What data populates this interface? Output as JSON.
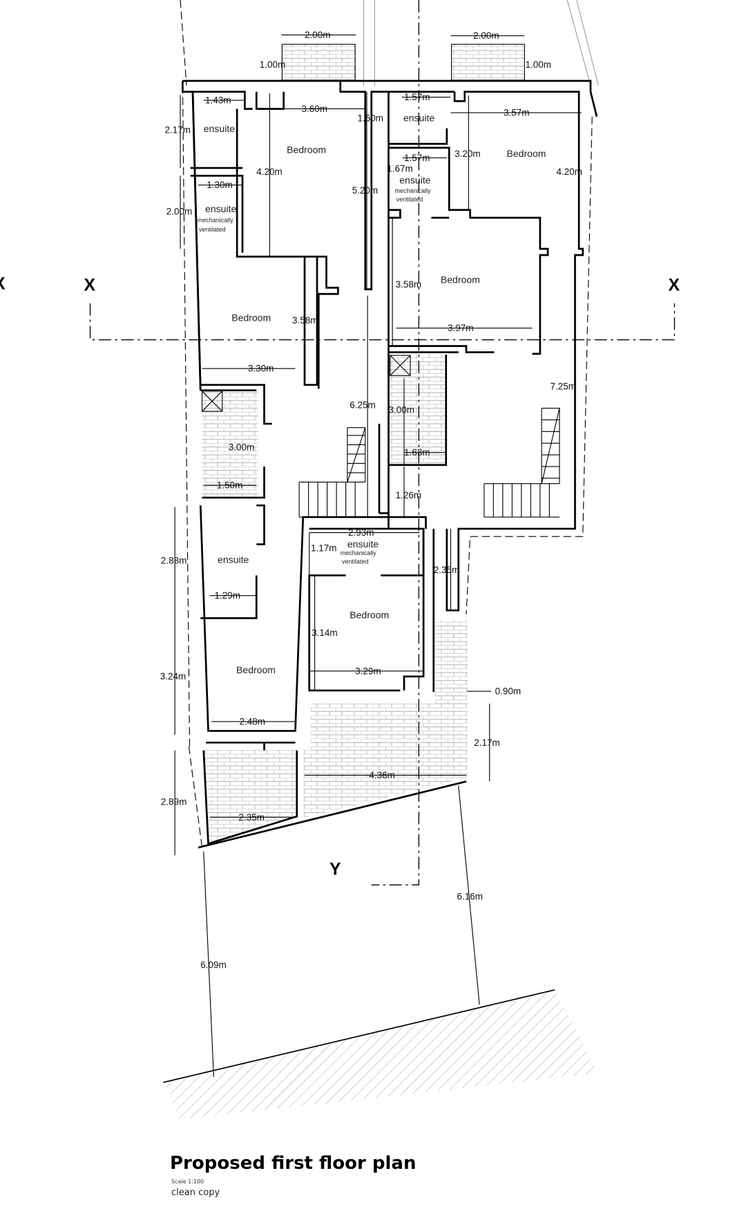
{
  "title": "Proposed first floor plan",
  "scale": "Scale 1:100",
  "subtitle": "clean copy",
  "section_marks": {
    "x_left": "X",
    "x_right": "X",
    "x_edge": "X",
    "y": "Y"
  },
  "rooms": {
    "ensuite_1": "ensuite",
    "ensuite_2": "ensuite",
    "ensuite_2_note1": "mechanically",
    "ensuite_2_note2": "ventilated",
    "bedroom_1": "Bedroom",
    "bedroom_2": "Bedroom",
    "ensuite_3": "ensuite",
    "ensuite_4": "ensuite",
    "ensuite_4_note1": "mechanically",
    "ensuite_4_note2": "ventilated",
    "bedroom_3": "Bedroom",
    "bedroom_4": "Bedroom",
    "ensuite_5": "ensuite",
    "ensuite_6": "ensuite",
    "ensuite_6_note1": "mechanically",
    "ensuite_6_note2": "ventilated",
    "bedroom_5": "Bedroom",
    "bedroom_6": "Bedroom"
  },
  "dimensions": [
    "2.00m",
    "1.00m",
    "2.00m",
    "1.00m",
    "1.43m",
    "3.60m",
    "1.50m",
    "1.57m",
    "3.57m",
    "2.17m",
    "1.57m",
    "1.67m",
    "3.20m",
    "4.20m",
    "4.20m",
    "5.20m",
    "1.30m",
    "2.00m",
    "3.58m",
    "3.58m",
    "3.97m",
    "3.30m",
    "7.25m",
    "6.25m",
    "3.00m",
    "3.00m",
    "1.63m",
    "1.50m",
    "1.26m",
    "2.93m",
    "1.17m",
    "2.88m",
    "2.35m",
    "1.29m",
    "3.14m",
    "3.24m",
    "3.29m",
    "0.90m",
    "2.48m",
    "2.17m",
    "4.36m",
    "2.89m",
    "2.35m",
    "6.16m",
    "6.09m"
  ]
}
